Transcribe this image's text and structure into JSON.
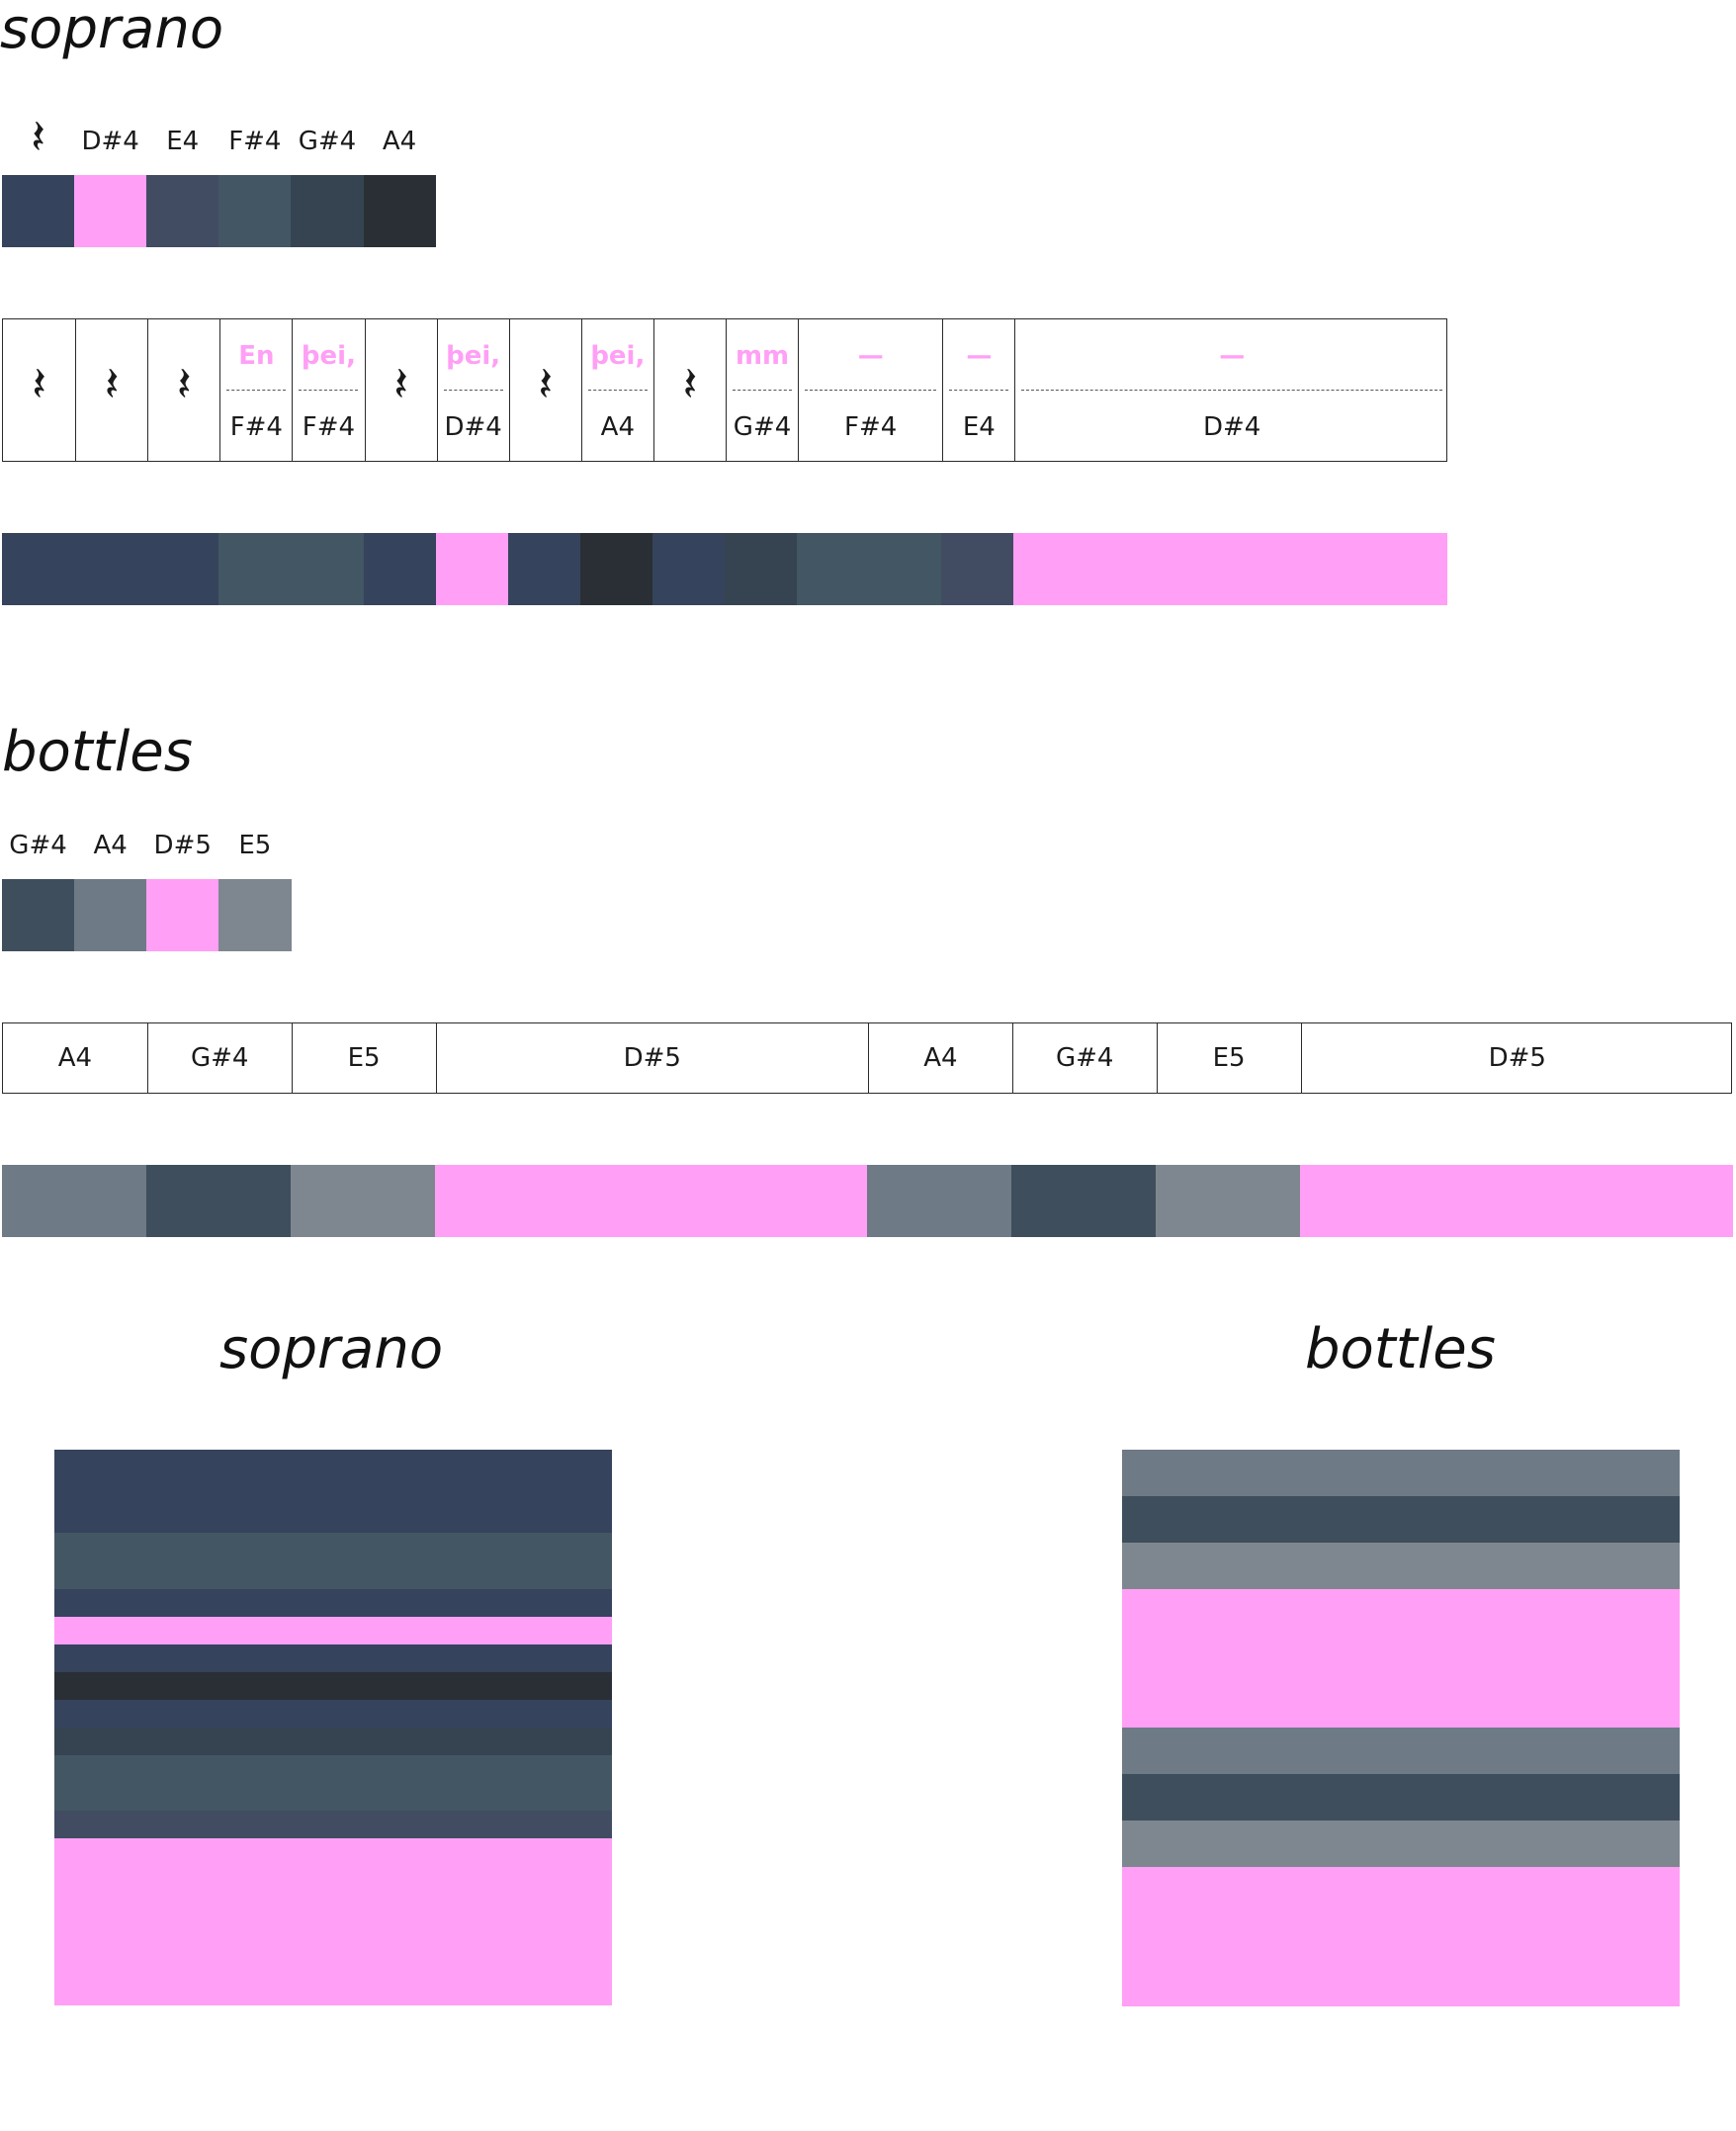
{
  "colors": {
    "rest": "#36435c",
    "D#4": "#ff9ff5",
    "E4": "#414c62",
    "F#4": "#435663",
    "G#4": "#364452",
    "A4": "#2a2f35",
    "bottle_G#4": "#3e4e5c",
    "bottle_A4": "#6e7a85",
    "bottle_D#5": "#ff9ff5",
    "bottle_E5": "#7e878f"
  },
  "soprano": {
    "heading": "soprano",
    "legend": [
      {
        "label": "",
        "rest": true,
        "color": "#36435c"
      },
      {
        "label": "D#4",
        "color": "#ff9ff5"
      },
      {
        "label": "E4",
        "color": "#414c62"
      },
      {
        "label": "F#4",
        "color": "#435663"
      },
      {
        "label": "G#4",
        "color": "#364452"
      },
      {
        "label": "A4",
        "color": "#2a2f35"
      }
    ],
    "sequence": [
      {
        "beats": 1,
        "rest": true,
        "lyric": "",
        "note": ""
      },
      {
        "beats": 1,
        "rest": true,
        "lyric": "",
        "note": ""
      },
      {
        "beats": 1,
        "rest": true,
        "lyric": "",
        "note": ""
      },
      {
        "beats": 1,
        "lyric": "En",
        "note": "F#4"
      },
      {
        "beats": 1,
        "lyric": "þei,",
        "note": "F#4"
      },
      {
        "beats": 1,
        "rest": true,
        "lyric": "",
        "note": ""
      },
      {
        "beats": 1,
        "lyric": "þei,",
        "note": "D#4"
      },
      {
        "beats": 1,
        "rest": true,
        "lyric": "",
        "note": ""
      },
      {
        "beats": 1,
        "lyric": "þei,",
        "note": "A4"
      },
      {
        "beats": 1,
        "rest": true,
        "lyric": "",
        "note": ""
      },
      {
        "beats": 1,
        "lyric": "mm",
        "note": "G#4"
      },
      {
        "beats": 2,
        "lyric": "—",
        "note": "F#4"
      },
      {
        "beats": 1,
        "lyric": "—",
        "note": "E4"
      },
      {
        "beats": 6,
        "lyric": "—",
        "note": "D#4"
      }
    ],
    "bar_colors": [
      "#36435c",
      "#36435c",
      "#36435c",
      "#435663",
      "#435663",
      "#36435c",
      "#ff9ff5",
      "#36435c",
      "#2a2f35",
      "#36435c",
      "#364452",
      "#435663",
      "#435663",
      "#414c62",
      "#ff9ff5",
      "#ff9ff5",
      "#ff9ff5",
      "#ff9ff5",
      "#ff9ff5",
      "#ff9ff5"
    ]
  },
  "bottles": {
    "heading": "bottles",
    "legend": [
      {
        "label": "G#4",
        "color": "#3e4e5c"
      },
      {
        "label": "A4",
        "color": "#6e7a85"
      },
      {
        "label": "D#5",
        "color": "#ff9ff5"
      },
      {
        "label": "E5",
        "color": "#7e878f"
      }
    ],
    "sequence": [
      {
        "beats": 2,
        "note": "A4"
      },
      {
        "beats": 2,
        "note": "G#4"
      },
      {
        "beats": 2,
        "note": "E5"
      },
      {
        "beats": 6,
        "note": "D#5"
      },
      {
        "beats": 2,
        "note": "A4"
      },
      {
        "beats": 2,
        "note": "G#4"
      },
      {
        "beats": 2,
        "note": "E5"
      },
      {
        "beats": 6,
        "note": "D#5"
      }
    ]
  },
  "summary": {
    "soprano_heading": "soprano",
    "bottles_heading": "bottles",
    "soprano_stripes": [
      {
        "beats": 3,
        "color": "#36435c"
      },
      {
        "beats": 2,
        "color": "#435663"
      },
      {
        "beats": 1,
        "color": "#36435c"
      },
      {
        "beats": 1,
        "color": "#ff9ff5"
      },
      {
        "beats": 1,
        "color": "#36435c"
      },
      {
        "beats": 1,
        "color": "#2a2f35"
      },
      {
        "beats": 1,
        "color": "#36435c"
      },
      {
        "beats": 1,
        "color": "#364452"
      },
      {
        "beats": 2,
        "color": "#435663"
      },
      {
        "beats": 1,
        "color": "#414c62"
      },
      {
        "beats": 6,
        "color": "#ff9ff5"
      }
    ],
    "bottles_stripes": [
      {
        "beats": 2,
        "color": "#6e7a85"
      },
      {
        "beats": 2,
        "color": "#3e4e5c"
      },
      {
        "beats": 2,
        "color": "#7e878f"
      },
      {
        "beats": 6,
        "color": "#ff9ff5"
      },
      {
        "beats": 2,
        "color": "#6e7a85"
      },
      {
        "beats": 2,
        "color": "#3e4e5c"
      },
      {
        "beats": 2,
        "color": "#7e878f"
      },
      {
        "beats": 6,
        "color": "#ff9ff5"
      }
    ]
  }
}
